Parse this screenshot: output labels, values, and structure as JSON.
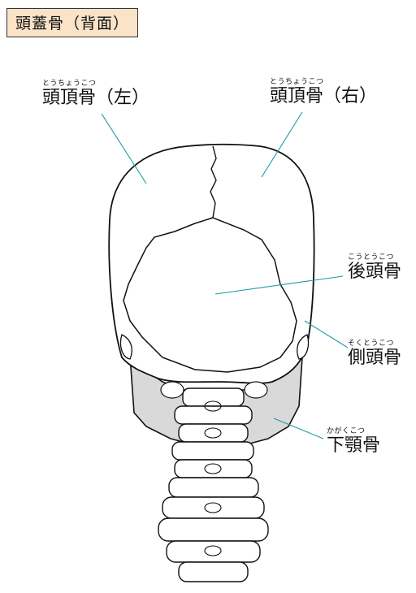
{
  "title": "頭蓋骨（背面）",
  "labels": {
    "parietal_left": {
      "reading": "とうちょうこつ",
      "name": "頭頂骨（左）"
    },
    "parietal_right": {
      "reading": "とうちょうこつ",
      "name": "頭頂骨（右）"
    },
    "occipital": {
      "reading": "こうとうこつ",
      "name": "後頭骨"
    },
    "temporal": {
      "reading": "そくとうこつ",
      "name": "側頭骨"
    },
    "mandible": {
      "reading": "かがくこつ",
      "name": "下顎骨"
    }
  },
  "colors": {
    "title_bg": "#fbe3c8",
    "leader": "#1a9aa0",
    "mandible": "#d9d9d9",
    "outline": "#111111"
  }
}
